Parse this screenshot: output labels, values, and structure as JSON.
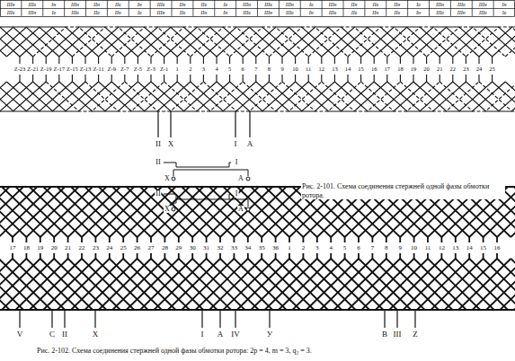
{
  "diagram": {
    "labels": [
      "IIIн",
      "IIIв",
      "Iн",
      "IIIн",
      "IIн",
      "IIв",
      "Iн",
      "IIIв",
      "IIн",
      "IIв",
      "Iв",
      "IIIн",
      "IIIв",
      "IIIн",
      "Iв",
      "IIIн",
      "IIн",
      "IIв",
      "IIн",
      "Iв",
      "IIIн",
      "IIIв",
      "IIIн",
      "Iн",
      "IIIв",
      "IIIн",
      "Iв",
      "IIIв",
      "IIв",
      "IIн",
      "Iв",
      "IIIн",
      "IIв",
      "IIн",
      "Iн",
      "IIIв",
      "IIIн",
      "IIIв",
      "Iн",
      "IIIв",
      "IIв",
      "IIн",
      "IIв",
      "Iн",
      "IIIв",
      "IIIн",
      "IIIв",
      "Iв",
      "Z-23",
      "Z-21",
      "Z-19",
      "Z-17",
      "Z-15",
      "Z-13",
      "Z-11",
      "Z-9",
      "Z-7",
      "Z-5",
      "Z-3",
      "Z-1",
      "1",
      "2",
      "3",
      "4",
      "5",
      "6",
      "7",
      "8",
      "9",
      "10",
      "11",
      "12",
      "13",
      "14",
      "15",
      "16",
      "17",
      "18",
      "19",
      "20",
      "21",
      "22",
      "23",
      "24",
      "25",
      "II",
      "X",
      "I",
      "A",
      "II",
      "I",
      "X",
      "A",
      "II",
      "I",
      "X",
      "A",
      "Рис. 2-101. Схема соединения стержней одной фазы обмотки ротора.",
      "17",
      "18",
      "19",
      "20",
      "21",
      "22",
      "23",
      "24",
      "25",
      "26",
      "27",
      "28",
      "29",
      "30",
      "31",
      "32",
      "33",
      "34",
      "35",
      "36",
      "1",
      "2",
      "3",
      "4",
      "5",
      "6",
      "7",
      "8",
      "9",
      "10",
      "11",
      "12",
      "13",
      "14",
      "15",
      "16",
      "V",
      "С",
      "II",
      "X",
      "I",
      "A",
      "IV",
      "У",
      "В",
      "III",
      "Z",
      "Рис. 2-102. Схема соединения стержней одной фазы обмотки ротора: 2p = 4, m = 3, q₂ = 3."
    ]
  }
}
